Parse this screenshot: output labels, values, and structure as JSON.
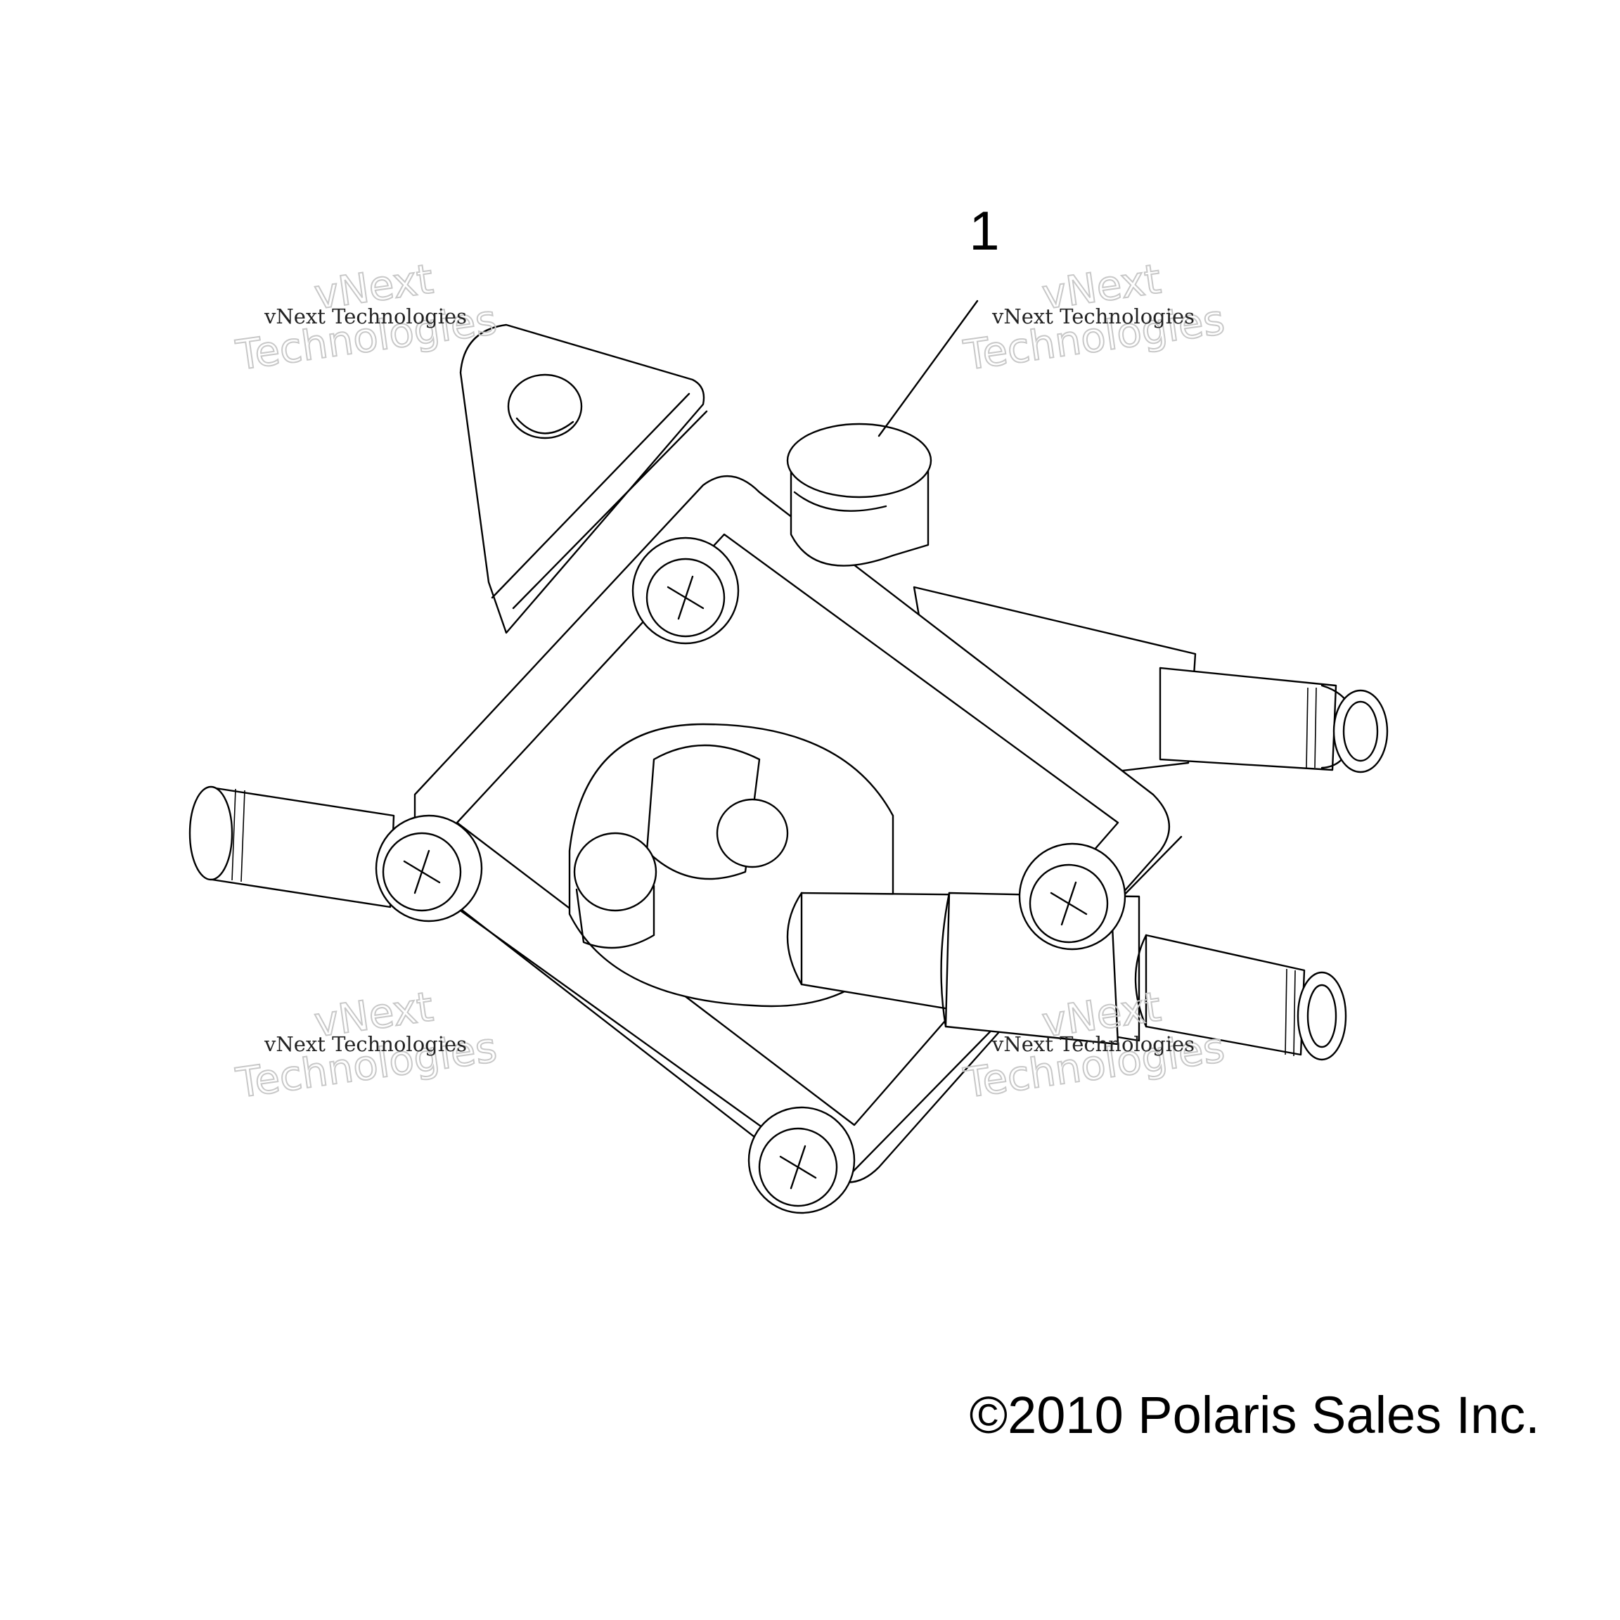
{
  "callout": {
    "label": "1"
  },
  "copyright": {
    "text": "©2010 Polaris Sales Inc."
  },
  "watermarks": [
    {
      "small": "vNext Technologies",
      "big_line1": "vNext",
      "big_line2": "Technologies"
    },
    {
      "small": "vNext Technologies",
      "big_line1": "vNext",
      "big_line2": "Technologies"
    },
    {
      "small": "vNext Technologies",
      "big_line1": "vNext",
      "big_line2": "Technologies"
    },
    {
      "small": "vNext Technologies",
      "big_line1": "vNext",
      "big_line2": "Technologies"
    }
  ],
  "colors": {
    "line": "#000000",
    "background": "#ffffff",
    "watermark": "#c8c8c8"
  }
}
